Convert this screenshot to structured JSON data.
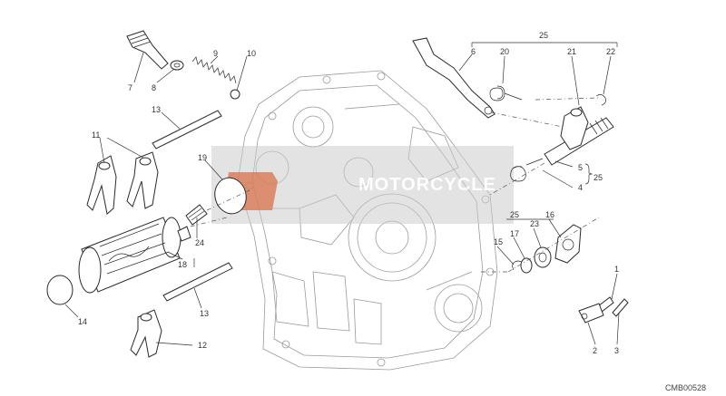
{
  "watermark": {
    "text": "MOTORCYCLE",
    "colors": {
      "band": "#cccccc",
      "logo": "#d8734a",
      "text": "#ffffff"
    }
  },
  "drawing_code": "CMB00528",
  "callouts": {
    "c1": "1",
    "c2": "2",
    "c3": "3",
    "c4": "4",
    "c5": "5",
    "c6": "6",
    "c7": "7",
    "c8": "8",
    "c9": "9",
    "c10": "10",
    "c11": "11",
    "c12": "12",
    "c13a": "13",
    "c13b": "13",
    "c14": "14",
    "c15": "15",
    "c16": "16",
    "c17": "17",
    "c18": "18",
    "c19": "19",
    "c20": "20",
    "c21": "21",
    "c22": "22",
    "c23": "23",
    "c24": "24",
    "c25a": "25",
    "c25b": "25",
    "c25c": "25"
  }
}
